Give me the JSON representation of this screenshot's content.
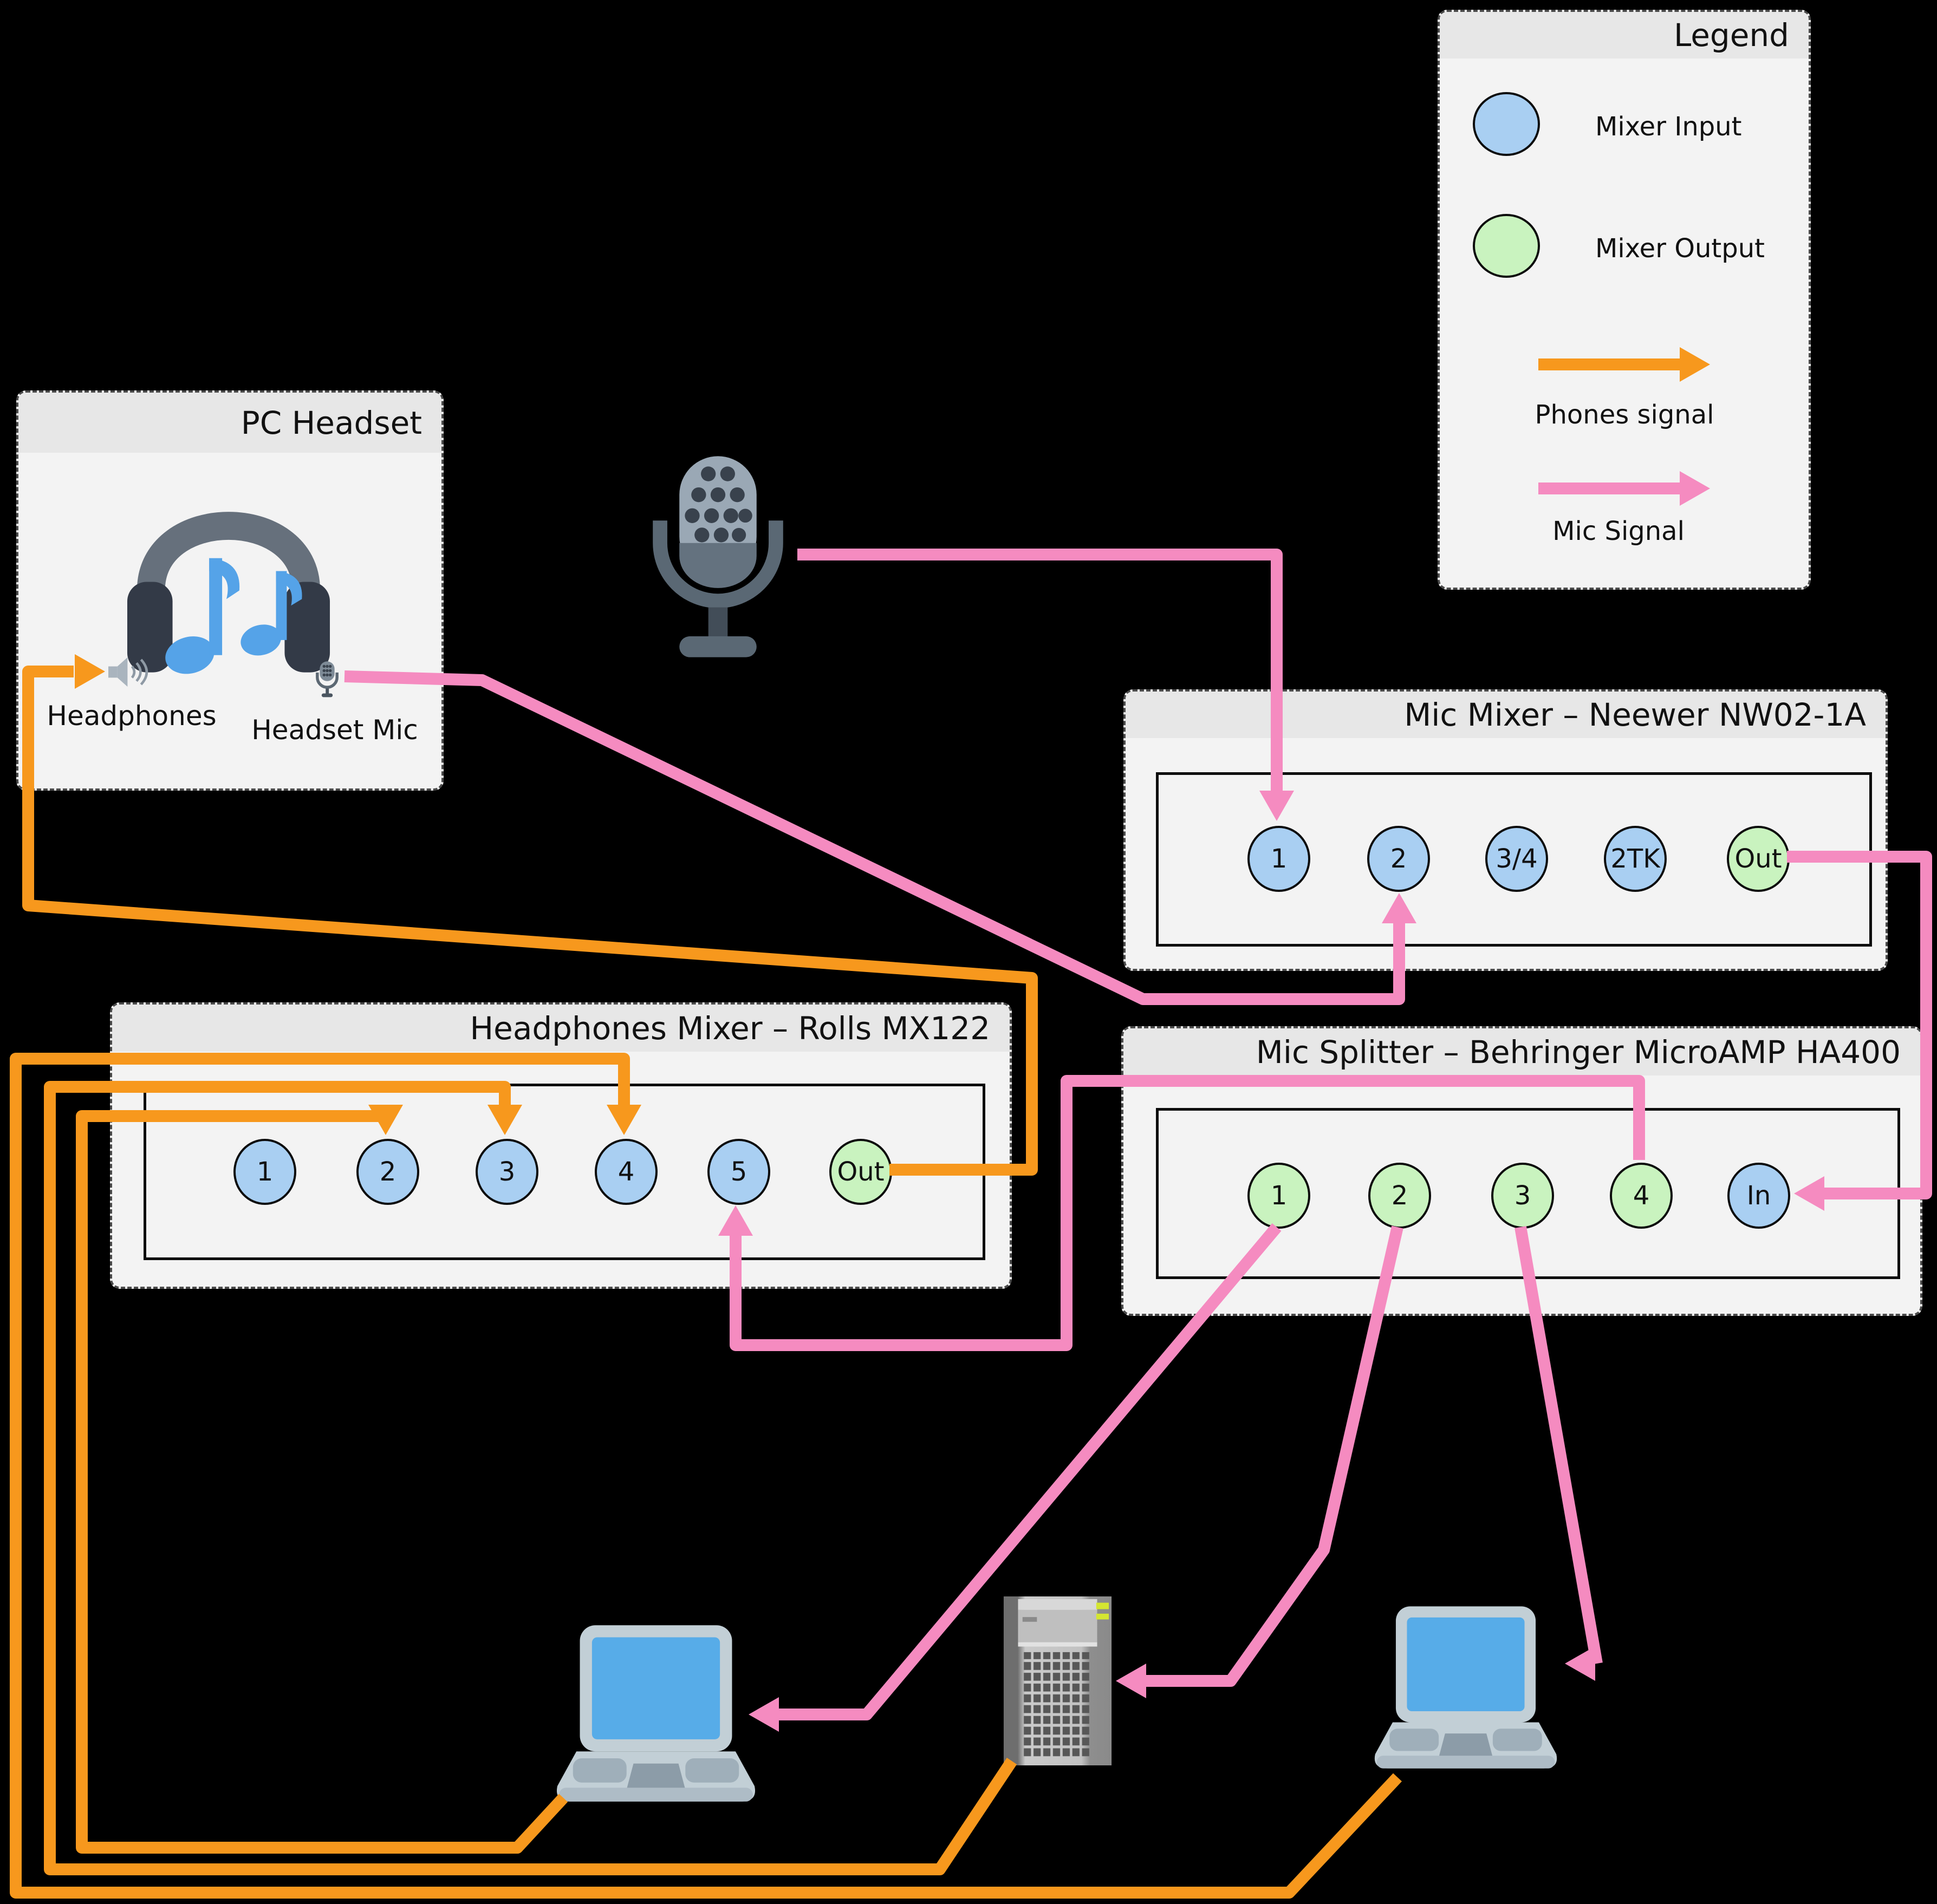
{
  "colors": {
    "background": "#000000",
    "orange": "#F7981D",
    "pink": "#F58BC0",
    "input_fill": "#A9CFF2",
    "output_fill": "#C9F3BF",
    "box_bg": "#F3F3F3",
    "band_bg": "#E7E7E7",
    "text": "#111111"
  },
  "legend": {
    "title": "Legend",
    "items": [
      {
        "label": "Mixer Input",
        "swatch": "mixer-input-ellipse"
      },
      {
        "label": "Mixer Output",
        "swatch": "mixer-output-ellipse"
      },
      {
        "label": "Phones signal",
        "swatch": "orange-arrow"
      },
      {
        "label": "Mic Signal",
        "swatch": "pink-arrow"
      }
    ]
  },
  "pc_headset": {
    "title": "PC Headset",
    "headphones_label": "Headphones",
    "headset_mic_label": "Headset Mic"
  },
  "mic_mixer": {
    "title": "Mic Mixer – Neewer NW02-1A",
    "ports": [
      "1",
      "2",
      "3/4",
      "2TK",
      "Out"
    ]
  },
  "headphones_mixer": {
    "title": "Headphones Mixer – Rolls MX122",
    "ports": [
      "1",
      "2",
      "3",
      "4",
      "5",
      "Out"
    ]
  },
  "mic_splitter": {
    "title": "Mic Splitter – Behringer MicroAMP HA400",
    "ports": [
      "1",
      "2",
      "3",
      "4",
      "In"
    ]
  },
  "connections": [
    {
      "from": "headphones_mixer.Out",
      "to": "pc_headset.Headphones",
      "signal": "phones"
    },
    {
      "from": "laptop_1",
      "to": "headphones_mixer.2",
      "signal": "phones"
    },
    {
      "from": "server",
      "to": "headphones_mixer.3",
      "signal": "phones"
    },
    {
      "from": "laptop_2",
      "to": "headphones_mixer.4",
      "signal": "phones"
    },
    {
      "from": "microphone",
      "to": "mic_mixer.1",
      "signal": "mic"
    },
    {
      "from": "pc_headset.Headset Mic",
      "to": "mic_mixer.2",
      "signal": "mic"
    },
    {
      "from": "mic_mixer.Out",
      "to": "mic_splitter.In",
      "signal": "mic"
    },
    {
      "from": "mic_splitter.4",
      "to": "headphones_mixer.5",
      "signal": "mic"
    },
    {
      "from": "mic_splitter.1",
      "to": "laptop_1",
      "signal": "mic"
    },
    {
      "from": "mic_splitter.2",
      "to": "server",
      "signal": "mic"
    },
    {
      "from": "mic_splitter.3",
      "to": "laptop_2",
      "signal": "mic"
    }
  ]
}
